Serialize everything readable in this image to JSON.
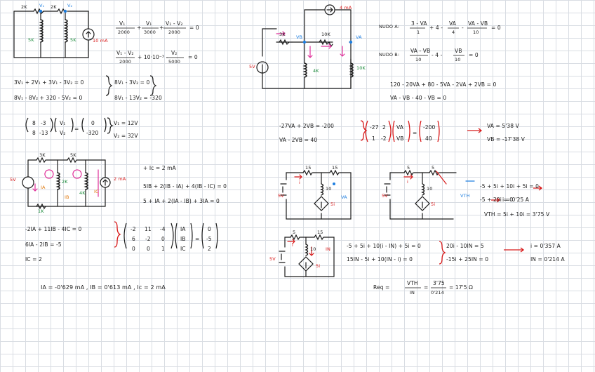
{
  "colors": {
    "ink": "#1a1a1a",
    "red": "#d81a1a",
    "pink": "#e0309a",
    "blue": "#1f7fe0",
    "green": "#1a8a3a",
    "orange": "#e07a10"
  },
  "c1": {
    "labels": [
      "2K",
      "V₁",
      "2K",
      "V₂",
      "5K",
      "5K",
      "10 mA"
    ],
    "eq1": {
      "n1": "V₁",
      "d1": "2000",
      "n2": "V₁",
      "d2": "3000",
      "n3": "V₁ - V₂",
      "d3": "2000",
      "rhs": "= 0"
    },
    "eq2": {
      "n1": "V₁ - V₂",
      "d1": "2000",
      "mid": "+ 10·10⁻³ -",
      "n3": "V₂",
      "d3": "5000",
      "rhs": "= 0"
    },
    "sys1": [
      "3V₁ + 2V₁ + 3V₁ - 3V₂ = 0",
      "8V₁ - 8V₂ + 320 - 5V₂ = 0"
    ],
    "sys2": [
      "8V₁ - 3V₂ = 0",
      "8V₁ - 13V₂ = -320"
    ],
    "matrix": [
      [
        "8",
        "-3"
      ],
      [
        "8",
        "-13"
      ]
    ],
    "vec": [
      "V₁",
      "V₂"
    ],
    "rhsvec": [
      "0",
      "-320"
    ],
    "res": [
      "V₁ = 12V",
      "V₂ = 32V"
    ]
  },
  "c2": {
    "labels": [
      "4 mA",
      "3K",
      "VB",
      "10K",
      "VA",
      "4K",
      "10K",
      "5V"
    ],
    "eqA": {
      "pre": "NUDO A:",
      "n1": "3 - VA",
      "d1": "1",
      "mid": "+ 4 -",
      "n2": "VA",
      "d2": "4",
      "mid2": "-",
      "n3": "VA - VB",
      "d3": "10",
      "rhs": "= 0"
    },
    "eqB": {
      "pre": "NUDO B:",
      "n1": "VA - VB",
      "d1": "10",
      "mid": "- 4 -",
      "n2": "VB",
      "d2": "10",
      "rhs": "= 0"
    },
    "lines": [
      "120 - 20VA + 80 - 5VA - 2VA + 2VB = 0",
      "VA - VB - 40 - VB = 0"
    ],
    "sys": [
      "-27VA + 2VB = -200",
      "VA - 2VB = 40"
    ],
    "matrix": [
      [
        "-27",
        "2"
      ],
      [
        "1",
        "-2"
      ]
    ],
    "vec": [
      "VA",
      "VB"
    ],
    "rhsvec": [
      "-200",
      "40"
    ],
    "res": [
      "VA = 5'38 V",
      "VB = -17'38 V"
    ]
  },
  "c3": {
    "labels": [
      "3K",
      "5K",
      "2K",
      "4K",
      "IA",
      "IB",
      "IC",
      "2 mA",
      "1K",
      "5V"
    ],
    "eqs": [
      "+ Ic = 2 mA",
      "5IB + 2(IB - IA) + 4(IB - IC) = 0",
      "5 + IA + 2(IA - IB) + 3IA = 0"
    ],
    "sys": [
      "-2IA + 11IB - 4IC = 0",
      "6IA - 2IB = -5",
      "IC = 2"
    ],
    "matrix": [
      [
        "-2",
        "11",
        "-4"
      ],
      [
        "6",
        "-2",
        "0"
      ],
      [
        "0",
        "0",
        "1"
      ]
    ],
    "vec": [
      "IA",
      "IB",
      "IC"
    ],
    "rhsvec": [
      "0",
      "-5",
      "2"
    ],
    "res": "IA = -0'629 mA ,  IB = 0'613 mA ,  Ic = 2 mA"
  },
  "c4": {
    "labels": [
      "15",
      "15",
      "5V",
      "10",
      "VA",
      "i",
      "5i"
    ],
    "labels2": [
      "5",
      "5",
      "5V",
      "10",
      "VTH",
      "i",
      "5i"
    ],
    "labels3": [
      "5",
      "15",
      "5V",
      "10",
      "i",
      "IN",
      "5i"
    ],
    "th": [
      "-5 + 5i + 10i + 5i = 0",
      "-5 + 20i = 0",
      "i = 0'25 A",
      "VTH = 5i + 10i = 3'75 V"
    ],
    "sysn": [
      "-5 + 5i + 10(i - IN) + 5i = 0",
      "15IN - 5i + 10(IN - i) = 0"
    ],
    "sysn2": [
      "20i - 10IN = 5",
      "-15i + 25IN = 0"
    ],
    "resn": [
      "i = 0'357 A",
      "IN = 0'214 A"
    ],
    "req": {
      "pre": "Req =",
      "n1": "VTH",
      "d1": "IN",
      "eq": "=",
      "n2": "3'75",
      "d2": "0'214",
      "post": "= 17'5 Ω"
    }
  }
}
